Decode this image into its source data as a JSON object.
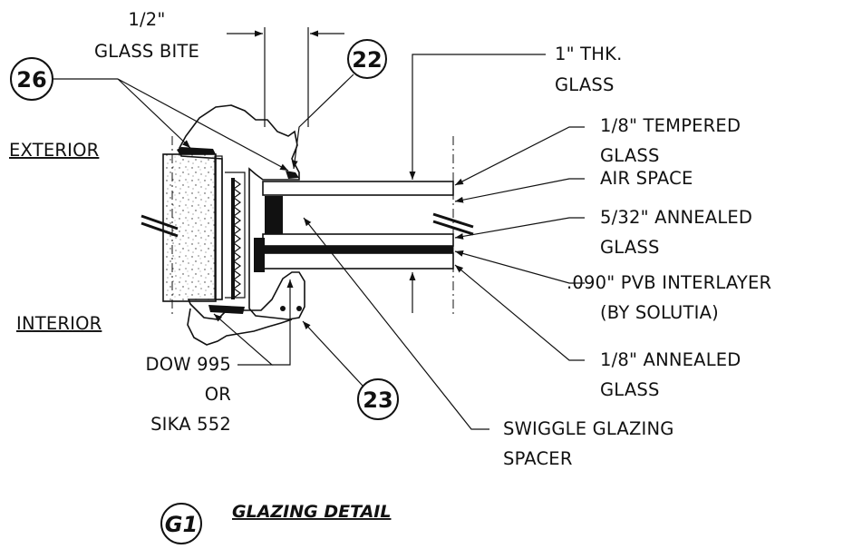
{
  "dimensions": {
    "glass_bite": [
      "1/2\"",
      "GLASS BITE"
    ],
    "glass_thickness": [
      "1\" THK.",
      "GLASS"
    ]
  },
  "sides": {
    "exterior": "EXTERIOR",
    "interior": "INTERIOR"
  },
  "callouts": {
    "tempered": [
      "1/8\" TEMPERED",
      "GLASS"
    ],
    "air_space": "AIR SPACE",
    "annealed_532": [
      "5/32\" ANNEALED",
      "GLASS"
    ],
    "pvb": [
      ".090\" PVB INTERLAYER",
      "(BY SOLUTIA)"
    ],
    "annealed_18": [
      "1/8\" ANNEALED",
      "GLASS"
    ],
    "spacer": [
      "SWIGGLE GLAZING",
      "SPACER"
    ],
    "sealant": [
      "DOW 995",
      "OR",
      "SIKA 552"
    ]
  },
  "bubbles": {
    "b22": "22",
    "b26": "26",
    "b23": "23",
    "g1": "G1"
  },
  "title": "GLAZING DETAIL",
  "colors": {
    "ink": "#111111",
    "background": "#ffffff"
  }
}
